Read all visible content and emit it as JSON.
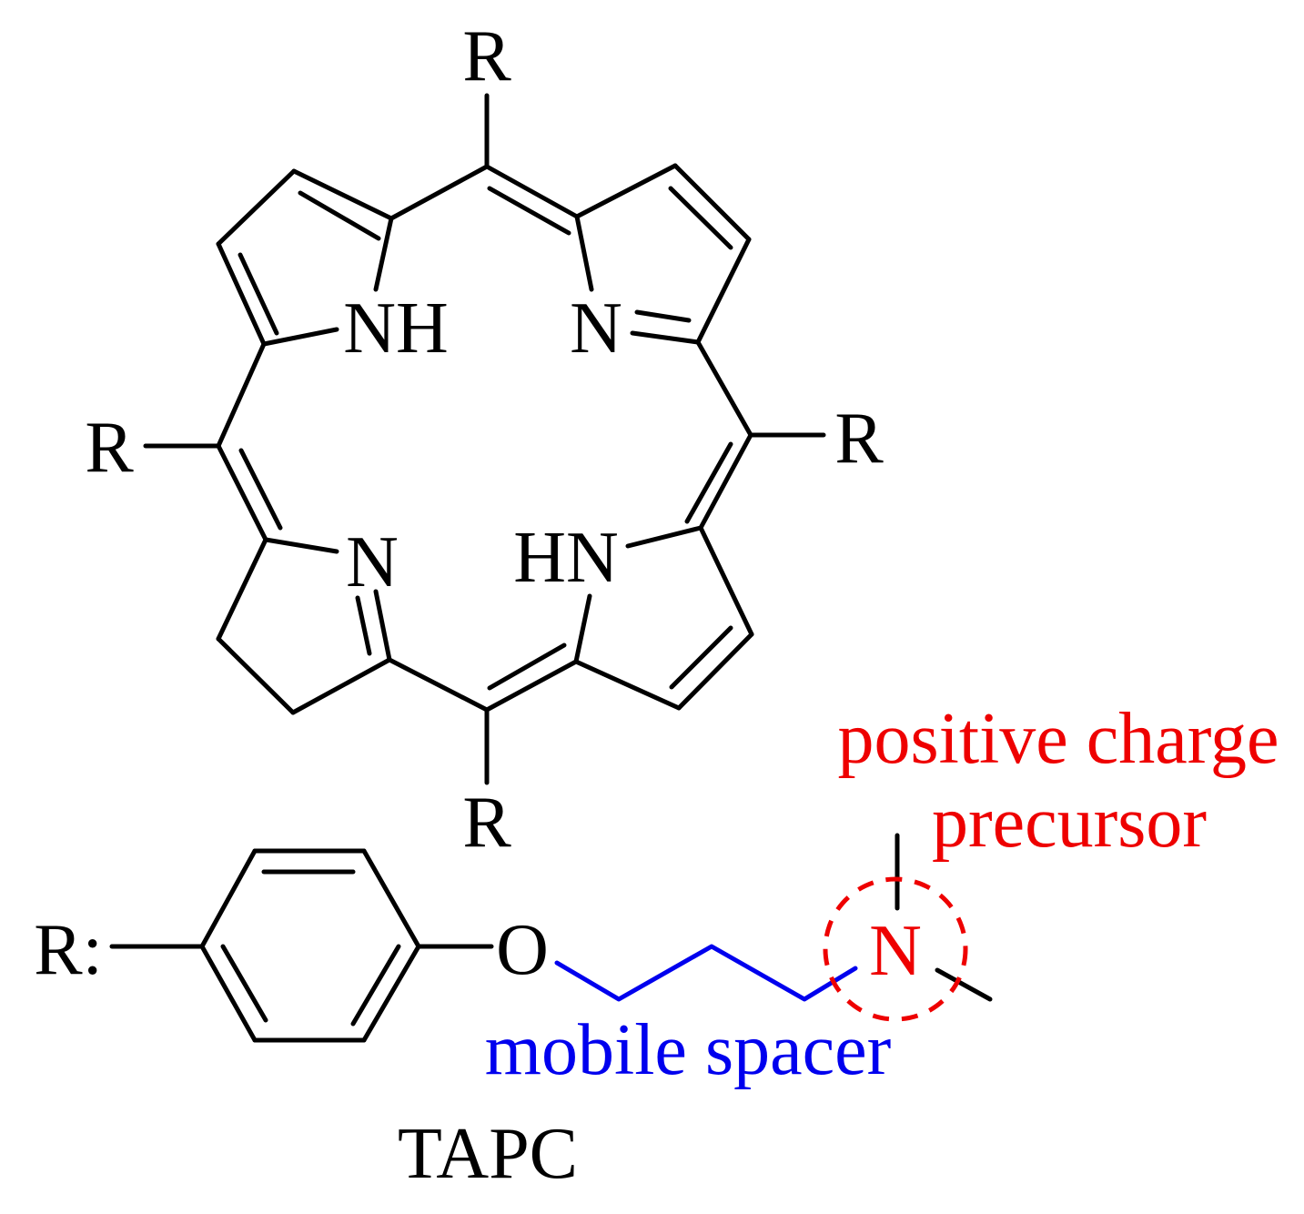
{
  "labels": {
    "r_top": "R",
    "r_left": "R",
    "r_right": "R",
    "r_bottom": "R",
    "nh_upper_left": "NH",
    "n_upper_right": "N",
    "n_lower_left": "N",
    "hn_lower_right": "HN",
    "r_definition": "R:",
    "oxygen": "O",
    "amine_nitrogen": "N",
    "positive_charge_line1": "positive charge",
    "positive_charge_line2": "precursor",
    "mobile_spacer": "mobile spacer",
    "compound_name": "TAPC"
  },
  "colors": {
    "structure": "#000000",
    "spacer": "#0000ee",
    "charge": "#ee0000"
  }
}
